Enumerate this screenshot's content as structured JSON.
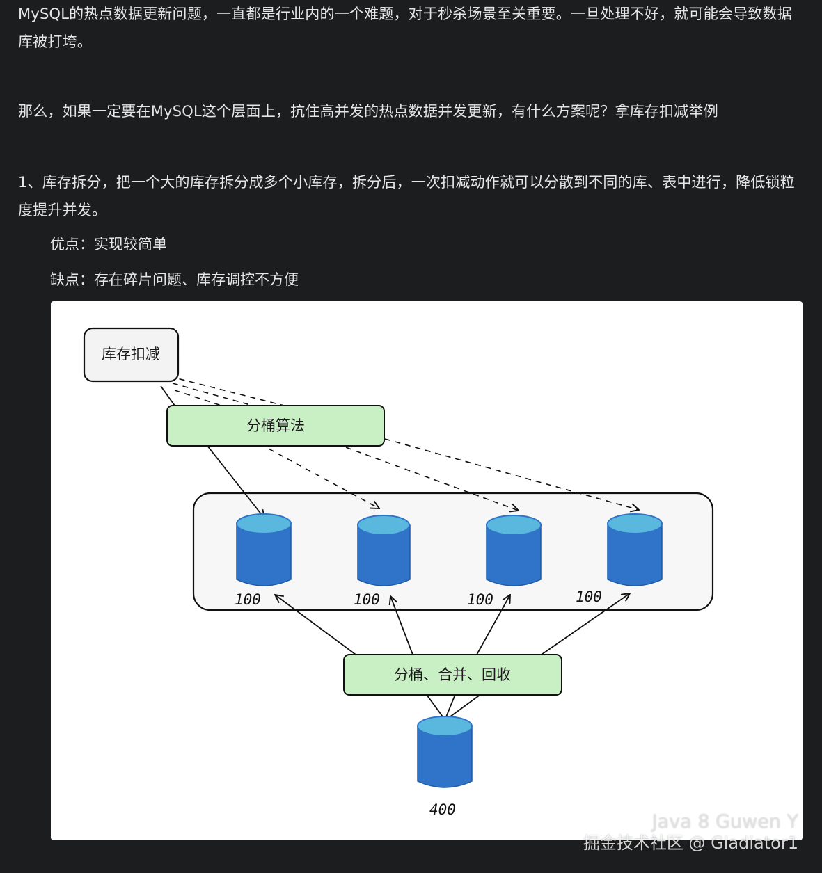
{
  "article": {
    "intro": "MySQL的热点数据更新问题，一直都是行业内的一个难题，对于秒杀场景至关重要。一旦处理不好，就可能会导致数据库被打垮。",
    "question": "那么，如果一定要在MySQL这个层面上，抗住高并发的热点数据并发更新，有什么方案呢？拿库存扣减举例",
    "item1": "1、库存拆分，把一个大的库存拆分成多个小库存，拆分后，一次扣减动作就可以分散到不同的库、表中进行，降低锁粒度提升并发。",
    "pros": "优点：实现较简单",
    "cons": "缺点：存在碎片问题、库存调控不方便"
  },
  "diagram": {
    "deduct_label": "库存扣减",
    "bucket_algo_label": "分桶算法",
    "merge_label": "分桶、合并、回收",
    "bucket_values": [
      "100",
      "100",
      "100",
      "100"
    ],
    "total_value": "400",
    "colors": {
      "cylinder_body": "#2f74c8",
      "cylinder_top": "#5ab8de",
      "green_box": "#c9f0c5",
      "deduct_box": "#f3f3f3"
    }
  },
  "watermark": {
    "line1": "Java 8 Guwen Y",
    "line2": "掘金技术社区 @ Gladiator1"
  }
}
